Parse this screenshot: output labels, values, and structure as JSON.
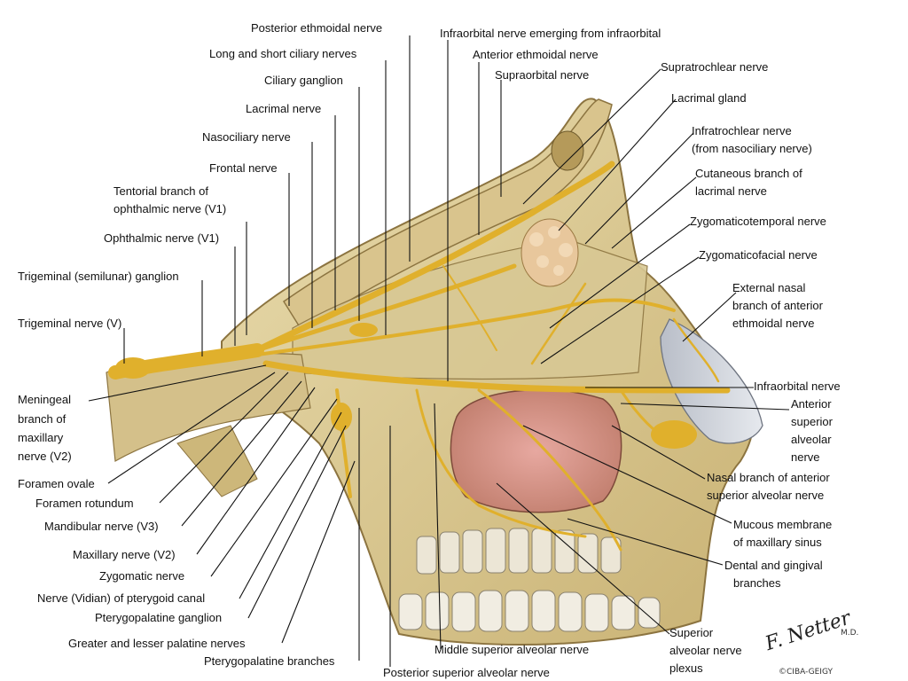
{
  "labels": [
    {
      "id": "posterior-ethmoidal-nerve",
      "text": "Posterior ethmoidal nerve"
    },
    {
      "id": "infraorbital-emerging",
      "text": "Infraorbital nerve emerging from infraorbital"
    },
    {
      "id": "long-short-ciliary",
      "text": "Long and short ciliary nerves"
    },
    {
      "id": "anterior-ethmoidal",
      "text": "Anterior ethmoidal nerve"
    },
    {
      "id": "supratrochlear",
      "text": "Supratrochlear nerve"
    },
    {
      "id": "ciliary-ganglion",
      "text": "Ciliary ganglion"
    },
    {
      "id": "supraorbital",
      "text": "Supraorbital nerve"
    },
    {
      "id": "lacrimal-gland",
      "text": "Lacrimal gland"
    },
    {
      "id": "lacrimal-nerve",
      "text": "Lacrimal nerve"
    },
    {
      "id": "infratrochlear-1",
      "text": "Infratrochlear nerve"
    },
    {
      "id": "infratrochlear-2",
      "text": "(from nasociliary nerve)"
    },
    {
      "id": "nasociliary",
      "text": "Nasociliary nerve"
    },
    {
      "id": "frontal",
      "text": "Frontal nerve"
    },
    {
      "id": "cutaneous-1",
      "text": "Cutaneous branch of"
    },
    {
      "id": "cutaneous-2",
      "text": "lacrimal nerve"
    },
    {
      "id": "tentorial-1",
      "text": "Tentorial branch of"
    },
    {
      "id": "tentorial-2",
      "text": "ophthalmic nerve (V1)"
    },
    {
      "id": "zygomaticotemporal",
      "text": "Zygomaticotemporal nerve"
    },
    {
      "id": "ophthalmic",
      "text": "Ophthalmic nerve (V1)"
    },
    {
      "id": "zygomaticofacial",
      "text": "Zygomaticofacial nerve"
    },
    {
      "id": "trigeminal-ganglion",
      "text": "Trigeminal (semilunar) ganglion"
    },
    {
      "id": "external-nasal-1",
      "text": "External nasal"
    },
    {
      "id": "external-nasal-2",
      "text": "branch of anterior"
    },
    {
      "id": "external-nasal-3",
      "text": "ethmoidal nerve"
    },
    {
      "id": "trigeminal-nerve",
      "text": "Trigeminal nerve (V)"
    },
    {
      "id": "infraorbital",
      "text": "Infraorbital nerve"
    },
    {
      "id": "meningeal-1",
      "text": "Meningeal"
    },
    {
      "id": "meningeal-2",
      "text": "branch of"
    },
    {
      "id": "meningeal-3",
      "text": "maxillary"
    },
    {
      "id": "meningeal-4",
      "text": "nerve (V2)"
    },
    {
      "id": "asa-1",
      "text": "Anterior"
    },
    {
      "id": "asa-2",
      "text": "superior"
    },
    {
      "id": "asa-3",
      "text": "alveolar"
    },
    {
      "id": "asa-4",
      "text": "nerve"
    },
    {
      "id": "foramen-ovale",
      "text": "Foramen ovale"
    },
    {
      "id": "nasal-branch-1",
      "text": "Nasal branch of anterior"
    },
    {
      "id": "nasal-branch-2",
      "text": "superior alveolar nerve"
    },
    {
      "id": "foramen-rotundum",
      "text": "Foramen rotundum"
    },
    {
      "id": "mucous-1",
      "text": "Mucous membrane"
    },
    {
      "id": "mucous-2",
      "text": "of maxillary sinus"
    },
    {
      "id": "mandibular",
      "text": "Mandibular nerve (V3)"
    },
    {
      "id": "dental-1",
      "text": "Dental and gingival"
    },
    {
      "id": "dental-2",
      "text": "branches"
    },
    {
      "id": "maxillary",
      "text": "Maxillary nerve (V2)"
    },
    {
      "id": "zygomatic",
      "text": "Zygomatic nerve"
    },
    {
      "id": "vidian",
      "text": "Nerve (Vidian) of pterygoid canal"
    },
    {
      "id": "pterygopalatine-ganglion",
      "text": "Pterygopalatine ganglion"
    },
    {
      "id": "sap-1",
      "text": "Superior"
    },
    {
      "id": "sap-2",
      "text": "alveolar nerve"
    },
    {
      "id": "sap-3",
      "text": "plexus"
    },
    {
      "id": "palatine",
      "text": "Greater and lesser palatine nerves"
    },
    {
      "id": "middle-superior-alveolar",
      "text": "Middle superior alveolar nerve"
    },
    {
      "id": "pterygopalatine-branches",
      "text": "Pterygopalatine branches"
    },
    {
      "id": "posterior-superior-alveolar",
      "text": "Posterior superior alveolar nerve"
    }
  ],
  "signature": {
    "name": "F. Netter",
    "suffix": "M.D.",
    "code": "©CIBA-GEIGY"
  }
}
